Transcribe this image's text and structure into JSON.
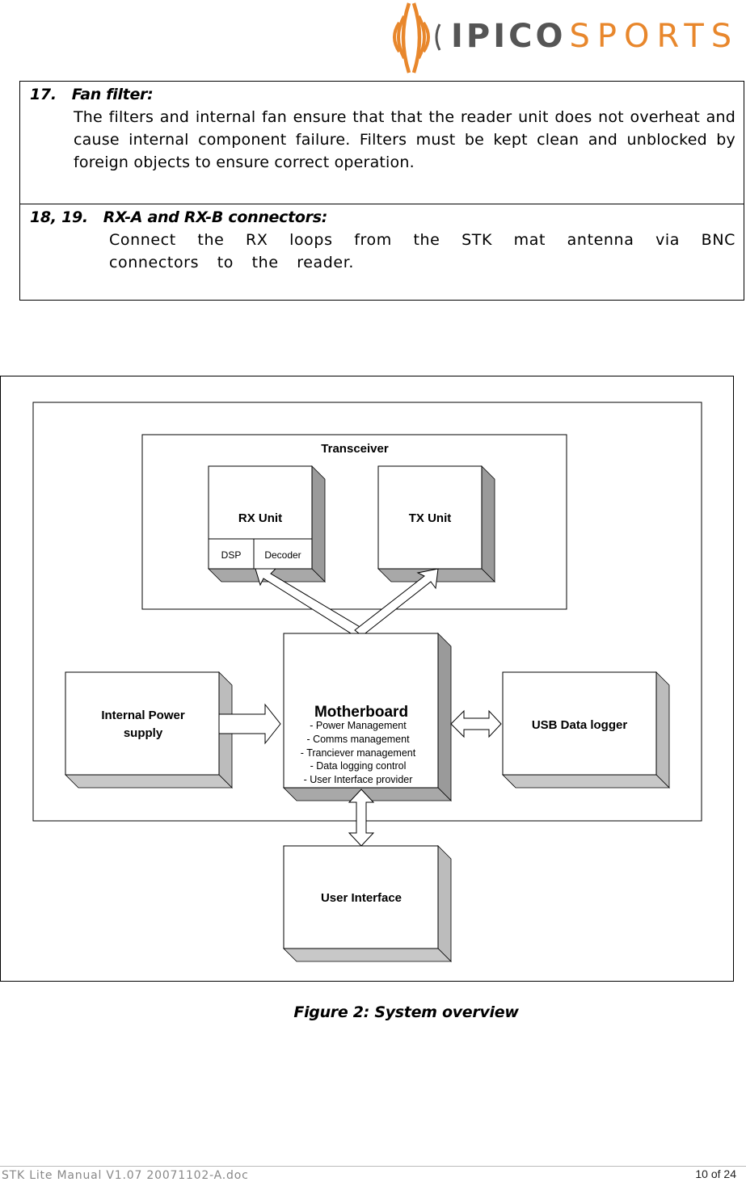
{
  "header": {
    "logo_text_primary": "IPICO",
    "logo_text_secondary": "SPORTS",
    "logo_colors": {
      "primary": "#555555",
      "accent": "#e8872c"
    }
  },
  "items": [
    {
      "title": "17.   Fan filter:",
      "body": "The filters and internal fan ensure that that the reader unit does not overheat and cause internal component failure. Filters must be kept clean and unblocked by foreign objects to ensure correct operation."
    },
    {
      "title": "18, 19.   RX-A and RX-B connectors:",
      "body": "Connect the RX loops from the STK mat antenna via BNC connectors to the reader."
    }
  ],
  "diagram": {
    "transceiver_label": "Transceiver",
    "rx_unit": "RX Unit",
    "dsp": "DSP",
    "decoder": "Decoder",
    "tx_unit": "TX Unit",
    "motherboard_title": "Motherboard",
    "motherboard_items": [
      "- Power Management",
      "- Comms management",
      "- Tranciever management",
      "- Data logging control",
      "- User Interface provider"
    ],
    "power_supply_line1": "Internal Power",
    "power_supply_line2": "supply",
    "usb_logger": "USB Data logger",
    "user_interface": "User Interface"
  },
  "caption": "Figure 2: System overview",
  "footer": {
    "left": "STK Lite Manual V1.07 20071102-A.doc",
    "right": "10 of 24"
  }
}
